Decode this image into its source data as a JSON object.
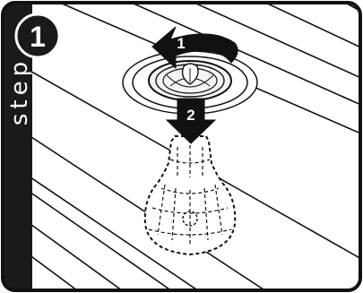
{
  "step": {
    "number": "1",
    "label": "step"
  },
  "actions": [
    {
      "number": "1",
      "icon": "rotate-counterclockwise-arrow-icon"
    },
    {
      "number": "2",
      "icon": "down-arrow-icon"
    }
  ],
  "colors": {
    "sidebar": "#1a1a1a",
    "ink": "#111111",
    "background": "#ffffff"
  }
}
